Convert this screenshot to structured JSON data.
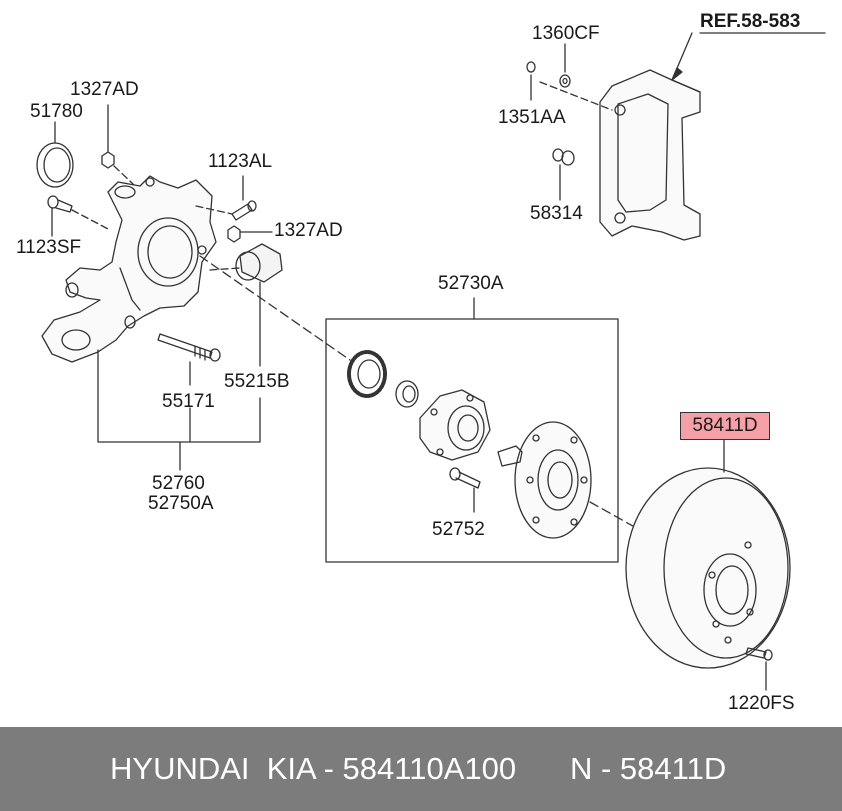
{
  "labels": {
    "ref": "REF.58-583",
    "p1360cf": "1360CF",
    "p1351aa": "1351AA",
    "p58314": "58314",
    "p1327ad_top": "1327AD",
    "p51780": "51780",
    "p1123al": "1123AL",
    "p1327ad_mid": "1327AD",
    "p1123sf": "1123SF",
    "p52730a": "52730A",
    "p55215b": "55215B",
    "p55171": "55171",
    "p52760": "52760",
    "p52750a": "52750A",
    "p52752": "52752",
    "p58411d": "58411D",
    "p1220fs": "1220FS"
  },
  "highlight_color": "#f5a0a6",
  "footer": {
    "brand_part": "HYUNDAI  KIA - 584110A100",
    "number": "N - 58411D"
  }
}
